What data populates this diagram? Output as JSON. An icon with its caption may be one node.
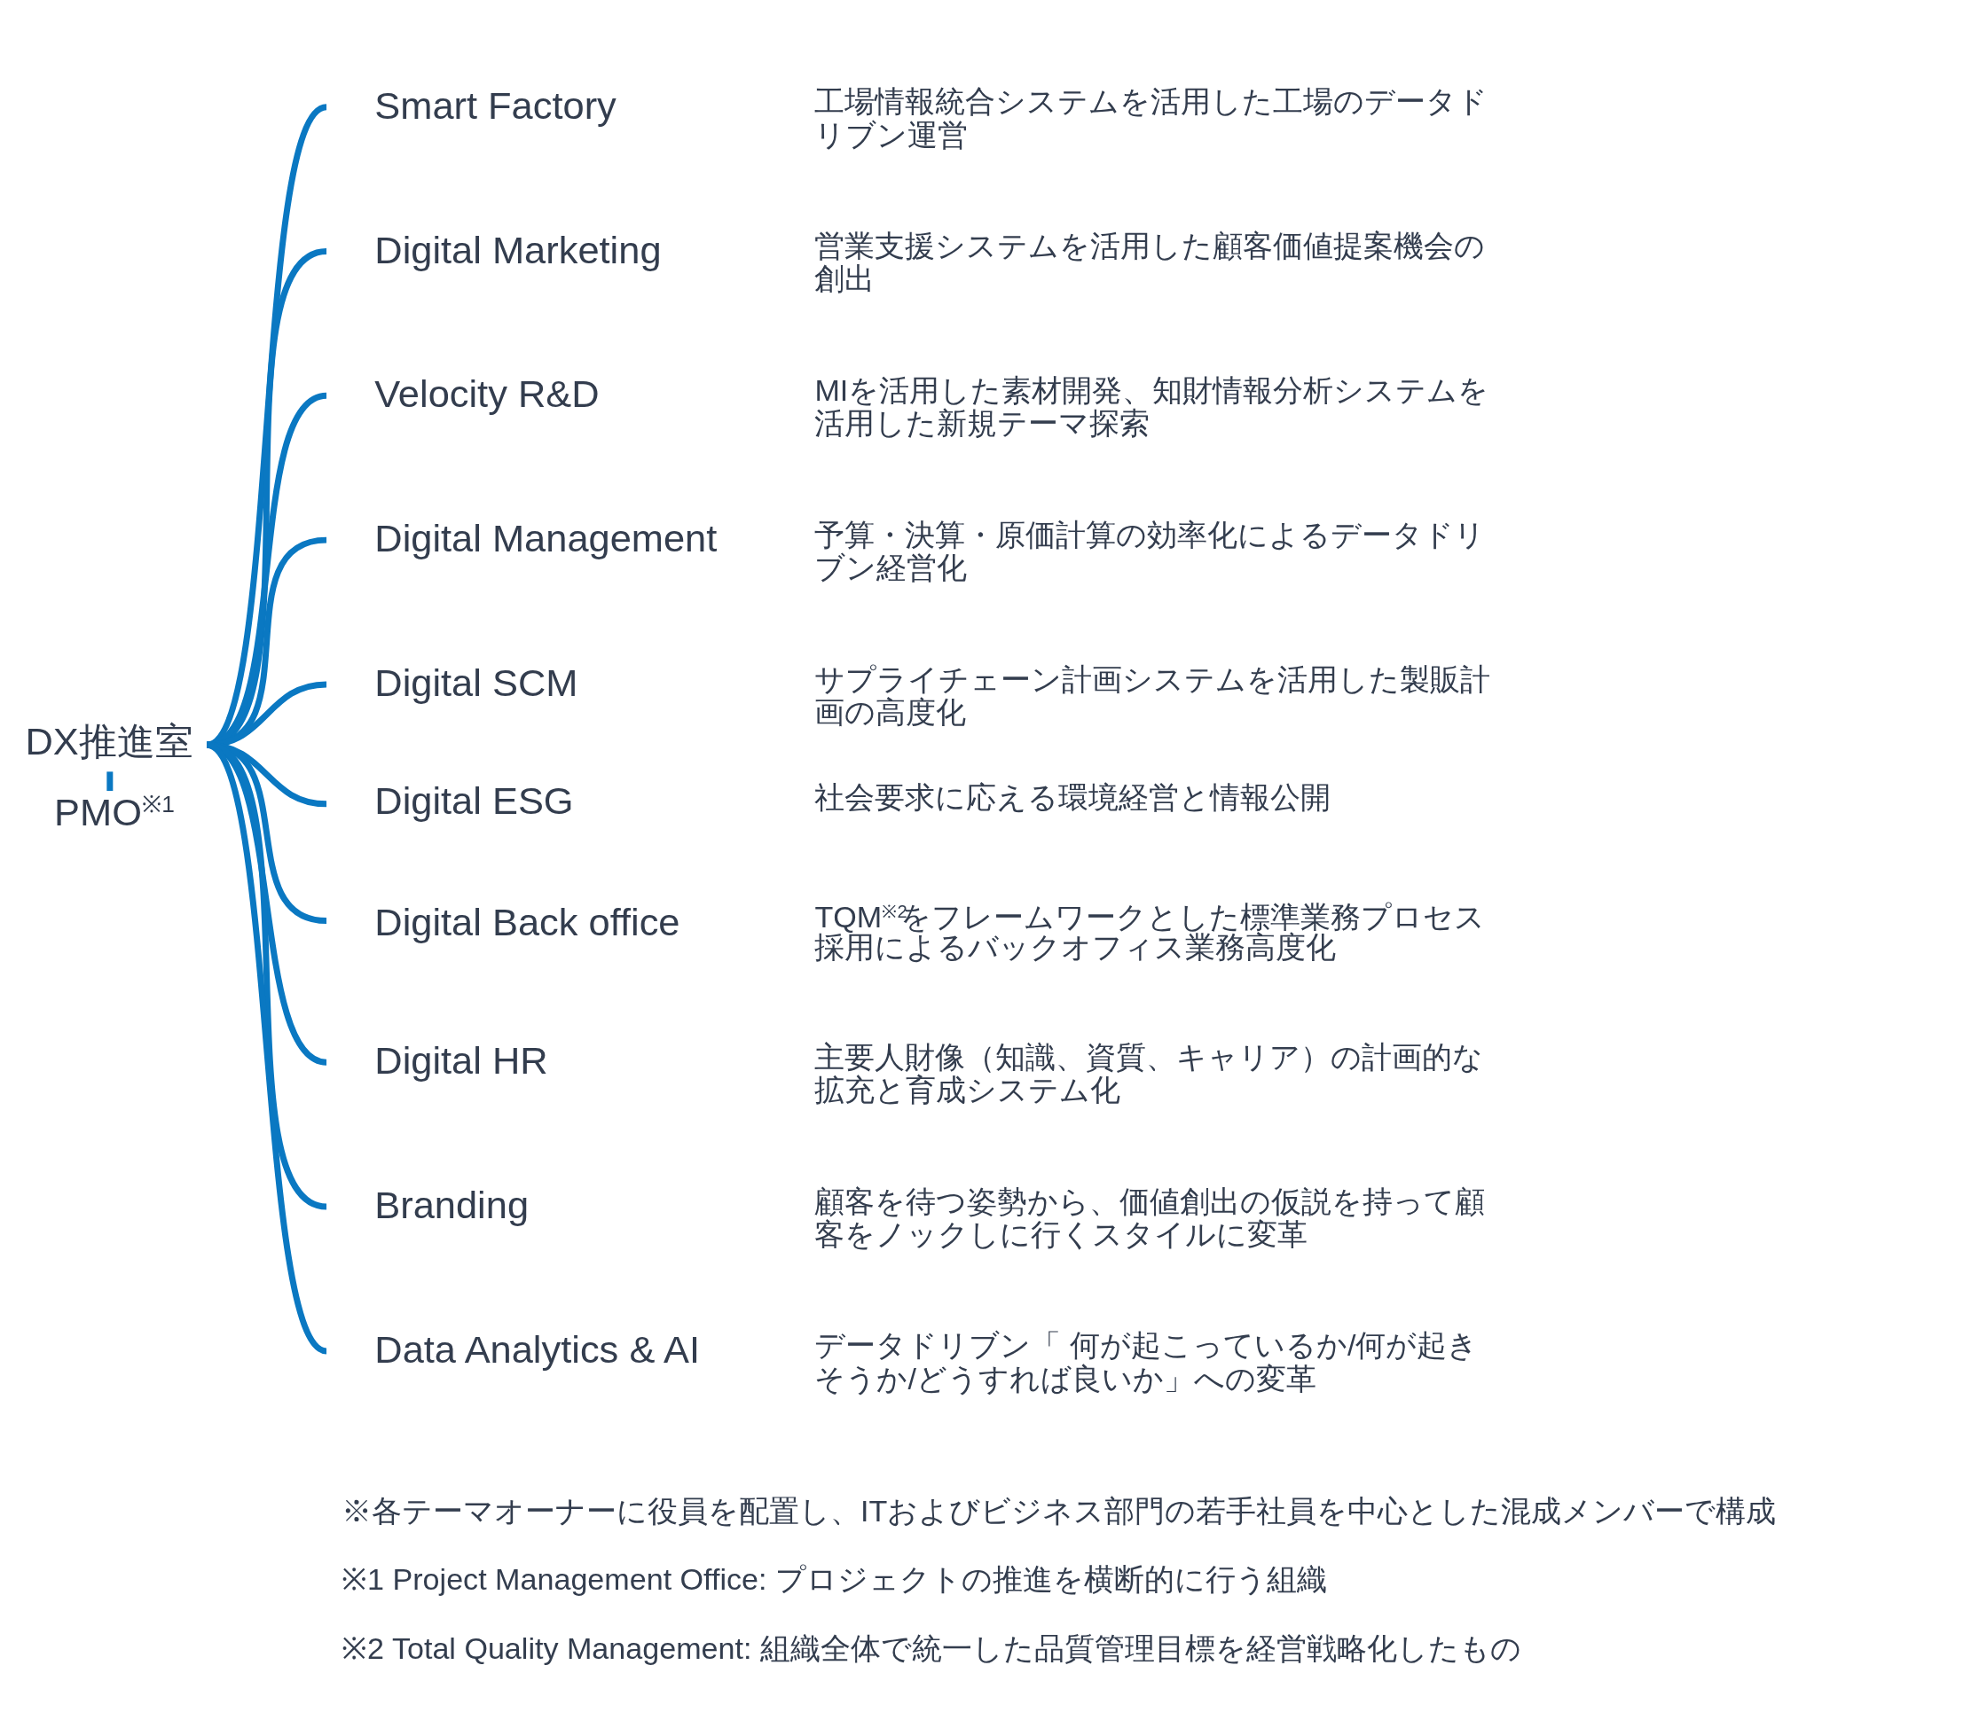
{
  "diagram": {
    "nodes": [
      {
        "text": [
          "DX推進室"
        ]
      },
      {
        "text": [
          "PMO$^{※1}$"
        ]
      },
      {
        "text": [
          "Smart Factory"
        ],
        "beside": [
          "工場情報統合システムを活用した工場のデータドリブン運営"
        ]
      },
      {
        "text": [
          "Digital Marketing"
        ],
        "beside": [
          "営業支援システムを活用した顧客価値提案機会の創出"
        ]
      },
      {
        "text": [
          "Velocity R&D"
        ],
        "beside": [
          "MIを活用した素材開発、知財情報分析システムを活用した新規テーマ探索"
        ]
      },
      {
        "text": [
          "Digital Management"
        ],
        "beside": [
          "予算・決算・原価計算の効率化によるデータドリブン経営化"
        ]
      },
      {
        "text": [
          "Digital SCM"
        ],
        "beside": [
          "サプライチェーン計画システムを活用した製販計画の高度化"
        ]
      },
      {
        "text": [
          "Digital ESG"
        ],
        "beside": [
          "社会要求に応える環境経営と情報公開"
        ]
      },
      {
        "text": [
          "Digital Back office"
        ],
        "beside": [
          "TQM$^{※2}$をフレームワークとした標準業務プロセス採用によるバックオフィス業務高度化"
        ]
      },
      {
        "text": [
          "Digital HR"
        ],
        "beside": [
          "主要人財像（知識、資質、キャリア）の計画的な拡充と育成システム化"
        ]
      },
      {
        "text": [
          "Branding"
        ],
        "beside": [
          "顧客を待つ姿勢から、価値創出の仮説を持って顧客をノックしに行くスタイルに変革"
        ]
      },
      {
        "text": [
          "Data Analytics & AI"
        ],
        "beside": [
          "データドリブン「 何が起こっているか/何が起きそうか/どうすれば良いか」への変革"
        ]
      }
    ],
    "edges": [
      {
        "from": 0,
        "to": 1,
        "arrow": "none"
      },
      {
        "from": 0,
        "to": 2,
        "arrow": "none"
      },
      {
        "from": 0,
        "to": 3,
        "arrow": "none"
      },
      {
        "from": 0,
        "to": 4,
        "arrow": "none"
      },
      {
        "from": 0,
        "to": 5,
        "arrow": "none"
      },
      {
        "from": 0,
        "to": 6,
        "arrow": "none"
      },
      {
        "from": 0,
        "to": 7,
        "arrow": "none"
      },
      {
        "from": 0,
        "to": 8,
        "arrow": "none"
      },
      {
        "from": 0,
        "to": 9,
        "arrow": "none"
      },
      {
        "from": 0,
        "to": 10,
        "arrow": "none"
      },
      {
        "from": 0,
        "to": 11,
        "arrow": "none"
      }
    ],
    "labels": [
      "※各テーマオーナーに役員を配置し、ITおよびビジネス部門の若手社員を中心とした混成メンバーで構成",
      "※1 Project Management Office: プロジェクトの推進を横断的に行う組織",
      "※2 Total Quality Management: 組織全体で統一した品質管理目標を経営戦略化したもの"
    ]
  }
}
